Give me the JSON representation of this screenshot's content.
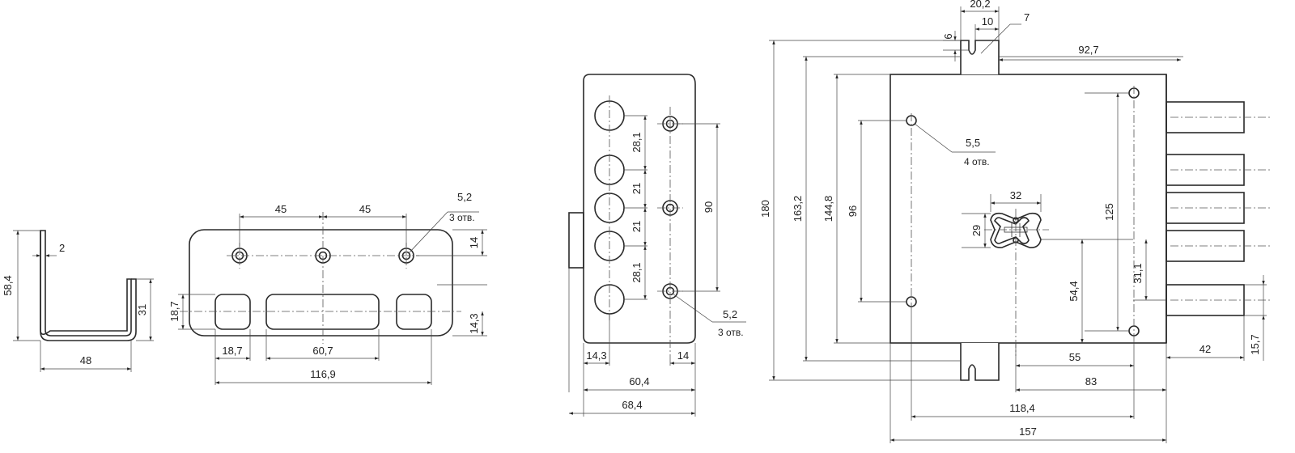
{
  "dims": {
    "bracket": {
      "height": "58,4",
      "thickness": "2",
      "width": "48",
      "side": "31"
    },
    "strike": {
      "pitch_left": "45",
      "pitch_right": "45",
      "hole_diam": "5,2",
      "hole_count": "3 отв.",
      "top_offset": "14",
      "bottom_offset": "14,3",
      "window_h": "18,7",
      "window_small": "18,7",
      "window_large": "60,7",
      "overall": "116,9"
    },
    "front": {
      "gap1": "28,1",
      "gap2": "21",
      "gap3": "21",
      "gap4": "28,1",
      "holes_span": "90",
      "hole_diam": "5,2",
      "hole_count": "3 отв.",
      "left_offset": "14,3",
      "right_offset": "14",
      "inner_w": "60,4",
      "overall_w": "68,4"
    },
    "lock": {
      "top_w": "20,2",
      "top_slot": "10",
      "notch": "7",
      "slot_offset": "6",
      "to_right": "92,7",
      "h_total": "180",
      "h_163": "163,2",
      "h_144": "144,8",
      "h_96": "96",
      "mount_hole": "5,5",
      "mount_count": "4 отв.",
      "key_w": "32",
      "key_h": "29",
      "bolt_span": "125",
      "cyl_offset": "31,1",
      "cyl_height": "54,4",
      "backset": "55",
      "to_bolts": "83",
      "body_w": "118,4",
      "overall_w": "157",
      "bolt_ext": "42",
      "bolt_h": "15,7"
    }
  }
}
